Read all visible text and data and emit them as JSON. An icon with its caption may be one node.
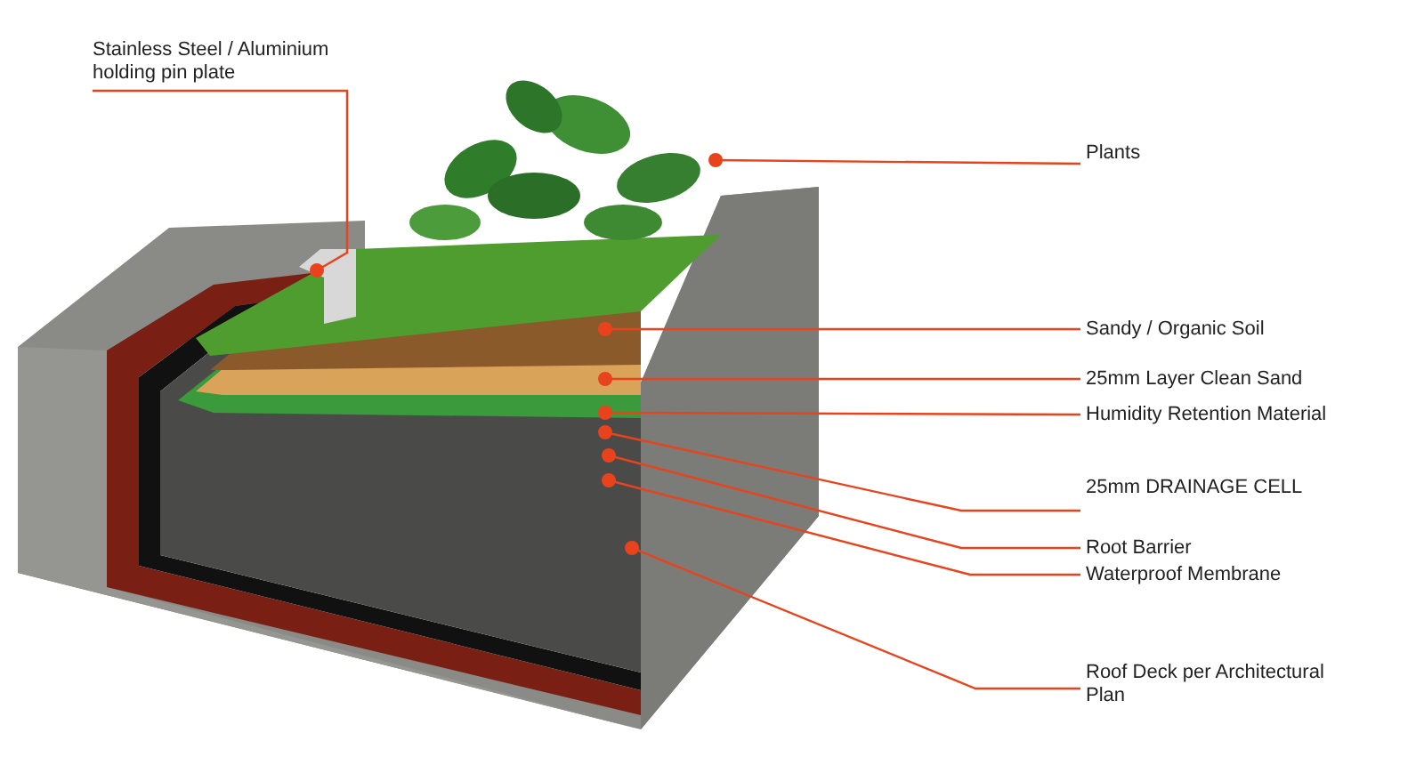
{
  "diagram": {
    "nodes": [
      {
        "text": [
          "Stainless Steel / Aluminium holding pin plate"
        ]
      },
      {
        "text": [
          "Plants"
        ]
      },
      {
        "text": [
          "Sandy / Organic Soil"
        ]
      },
      {
        "text": [
          "25mm Layer Clean Sand"
        ]
      },
      {
        "text": [
          "Humidity Retention Material"
        ]
      },
      {
        "text": [
          "25mm DRAINAGE CELL"
        ]
      },
      {
        "text": [
          "Root Barrier"
        ]
      },
      {
        "text": [
          "Waterproof Membrane"
        ]
      },
      {
        "text": [
          "Roof Deck per Architectural Plan"
        ]
      }
    ],
    "edges": [
      {
        "from": 0,
        "to": null,
        "arrow": "other"
      },
      {
        "from": 1,
        "to": null,
        "arrow": "other"
      },
      {
        "from": 2,
        "to": null,
        "arrow": "other"
      },
      {
        "from": 3,
        "to": null,
        "arrow": "other"
      },
      {
        "from": 4,
        "to": null,
        "arrow": "other"
      },
      {
        "from": 5,
        "to": null,
        "arrow": "other"
      },
      {
        "from": 6,
        "to": null,
        "arrow": "other"
      },
      {
        "from": 7,
        "to": null,
        "arrow": "other"
      },
      {
        "from": 8,
        "to": null,
        "arrow": "other"
      }
    ]
  }
}
